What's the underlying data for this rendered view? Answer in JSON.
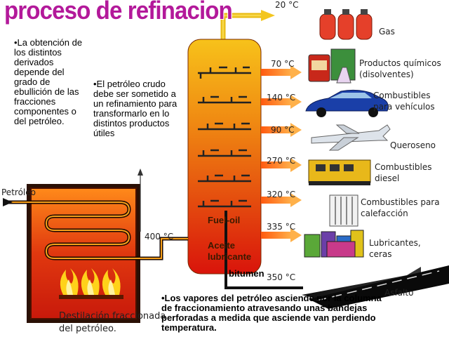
{
  "title": "proceso de refinacion",
  "left_text": "•La obtención de los distintos derivados depende del grado de ebullición de las fracciones componentes o del petróleo.",
  "middle_text": "•El petróleo crudo debe ser sometido a un refinamiento para transformarlo en lo distintos productos útiles",
  "bottom_text": "•Los vapores del petróleo asciende por la columna  de fraccionamiento atravesando unas bandejas perforadas a medida que asciende van perdiendo temperatura.",
  "input_label": "Petróleo",
  "furnace_temp": "400 °C",
  "furnace_caption": "Destilación fraccionada del petróleo.",
  "inside_labels": {
    "fuel": "Fuel-oil",
    "aceite": "Aceite",
    "lubricante": "lubricante",
    "bitumen": "bitumen"
  },
  "outputs": [
    {
      "temp": "20 °C",
      "product": "Gas",
      "icon": "gas-cylinders-icon"
    },
    {
      "temp": "70 °C",
      "product": "Productos químicos (disolventes)",
      "icon": "chemicals-icon"
    },
    {
      "temp": "140 °C",
      "product": "Combustibles para vehículos",
      "icon": "car-icon"
    },
    {
      "temp": "90 °C",
      "product": "Queroseno",
      "icon": "airplane-icon"
    },
    {
      "temp": "270 °C",
      "product": "Combustibles diesel",
      "icon": "train-icon"
    },
    {
      "temp": "320 °C",
      "product": "Combustibles para calefacción",
      "icon": "radiator-icon"
    },
    {
      "temp": "335 °C",
      "product": "Lubricantes, ceras",
      "icon": "lubricant-cans-icon"
    },
    {
      "temp": "350 °C",
      "product": "Asfalto",
      "icon": "road-icon"
    }
  ],
  "colors": {
    "title": "#b3199a",
    "column_top": "#f7c21a",
    "column_bottom": "#d9140b",
    "pipe": "#f3c61f",
    "arrow": "#ff6a1a",
    "furnace": "#c8190b"
  }
}
